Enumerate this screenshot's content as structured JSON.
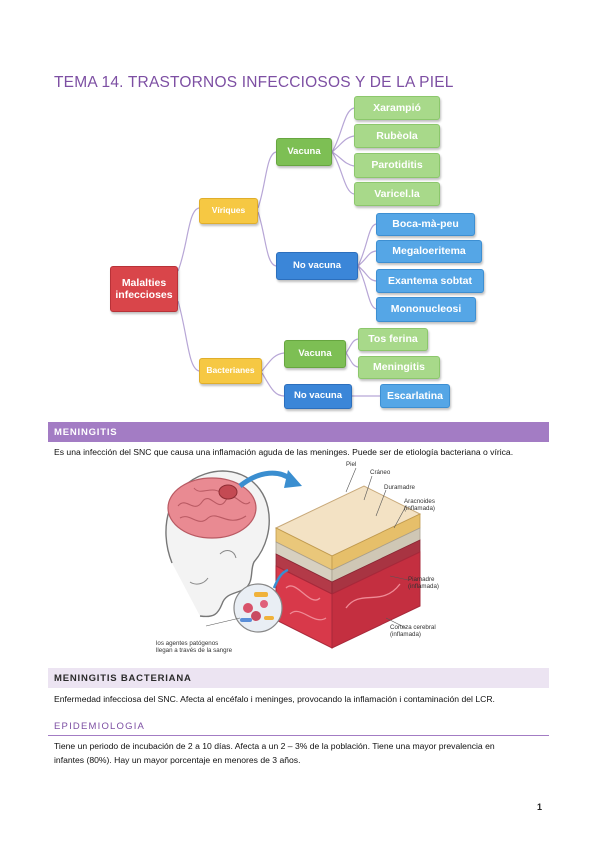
{
  "page": {
    "title": "TEMA 14. TRASTORNOS INFECCIOSOS Y DE LA PIEL",
    "number": "1"
  },
  "diagram": {
    "root": "Malalties infeccioses",
    "viriques": {
      "label": "Víriques",
      "vacuna": {
        "label": "Vacuna",
        "items": [
          "Xarampió",
          "Rubèola",
          "Parotiditis",
          "Varicel.la"
        ]
      },
      "no_vacuna": {
        "label": "No vacuna",
        "items": [
          "Boca-mà-peu",
          "Megaloeritema",
          "Exantema sobtat",
          "Mononucleosi"
        ]
      }
    },
    "bacterianes": {
      "label": "Bacterianes",
      "vacuna": {
        "label": "Vacuna",
        "items": [
          "Tos ferina",
          "Meningitis"
        ]
      },
      "no_vacuna": {
        "label": "No vacuna",
        "items": [
          "Escarlatina"
        ]
      }
    }
  },
  "meningitis": {
    "heading": "MENINGITIS",
    "text": "Es una infección del SNC que causa una inflamación aguda de las meninges. Puede ser de etiología bacteriana o vírica.",
    "illustration_labels": {
      "piel": "Piel",
      "craneo": "Cráneo",
      "duramadre": "Duramadre",
      "aracnoides_1": "Aracnoides",
      "aracnoides_2": "(inflamada)",
      "piamadre_1": "Piamadre",
      "piamadre_2": "(inflamada)",
      "corteza_1": "Corteza cerebral",
      "corteza_2": "(inflamada)",
      "agentes_1": "los agentes patógenos",
      "agentes_2": "llegan a través de la sangre"
    }
  },
  "meningitis_bacteriana": {
    "heading": "MENINGITIS BACTERIANA",
    "text": "Enfermedad infecciosa del SNC. Afecta al encéfalo i meninges, provocando la inflamación i contaminación del LCR."
  },
  "epidemiologia": {
    "heading": "EPIDEMIOLOGIA",
    "line1": "Tiene un periodo de incubación de 2 a 10 días. Afecta a un 2 – 3% de la población. Tiene una mayor prevalencia en",
    "line2": "infantes (80%). Hay un mayor porcentaje en menores de 3 años."
  },
  "colors": {
    "title": "#7d4fa3",
    "bar_dark": "#a37cc4",
    "bar_light": "#ece4f2"
  }
}
